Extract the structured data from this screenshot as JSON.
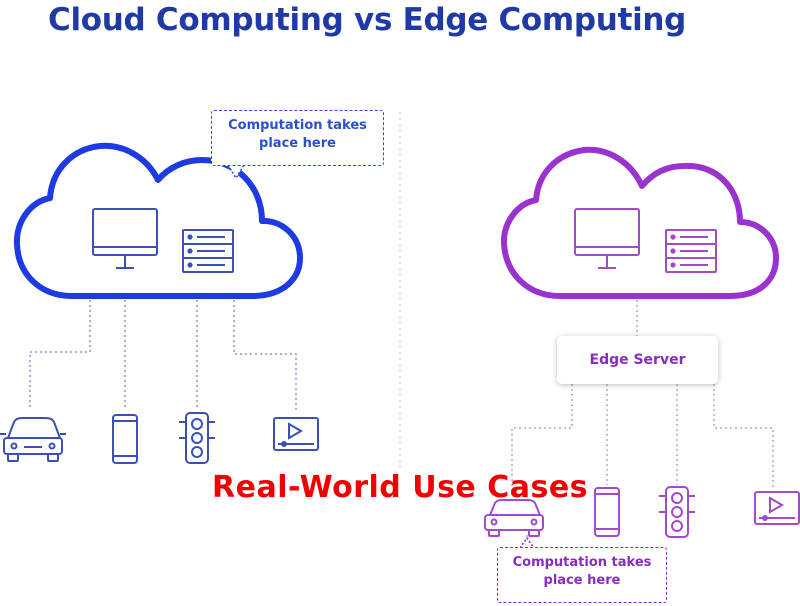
{
  "header": {
    "title": "Cloud Computing vs Edge Computing"
  },
  "cloud_side": {
    "callout": "Computation takes\nplace here"
  },
  "edge_side": {
    "server_label": "Edge Server",
    "callout": "Computation takes\nplace here"
  },
  "overlay": {
    "title": "Real-World Use Cases"
  },
  "colors": {
    "title": "#1f3aa5",
    "cloud": "#1d3be0",
    "cloud_text": "#2b4fd1",
    "edge": "#9a32d0",
    "edge_text": "#8a2bc2",
    "overlay": "#f00000",
    "device_blue": "#3b4fb8",
    "device_purple": "#a24ac9"
  },
  "icons": [
    "desktop-icon",
    "server-rack-icon",
    "car-icon",
    "smartphone-icon",
    "traffic-light-icon",
    "video-player-icon"
  ]
}
